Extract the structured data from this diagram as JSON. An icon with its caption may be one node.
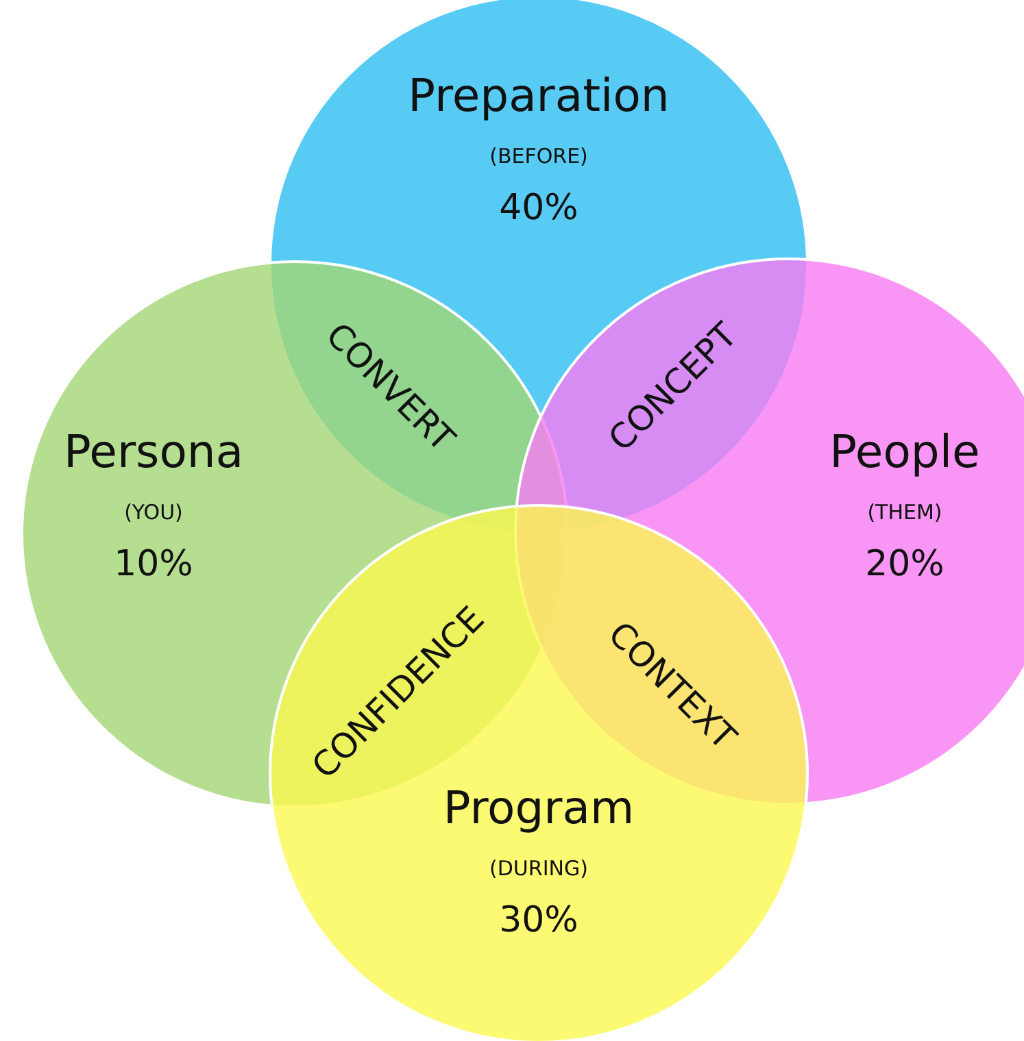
{
  "diagram": {
    "nodes": [
      {
        "text": [
          "Preparation",
          "(BEFORE)",
          "40%"
        ]
      },
      {
        "text": [
          "Persona",
          "(YOU)",
          "10%"
        ]
      },
      {
        "text": [
          "People",
          "(THEM)",
          "20%"
        ]
      },
      {
        "text": [
          "Program",
          "(DURING)",
          "30%"
        ]
      }
    ],
    "edges": [],
    "labels": [
      "CONVERT",
      "CONCEPT",
      "CONFIDENCE",
      "CONTEXT"
    ]
  }
}
